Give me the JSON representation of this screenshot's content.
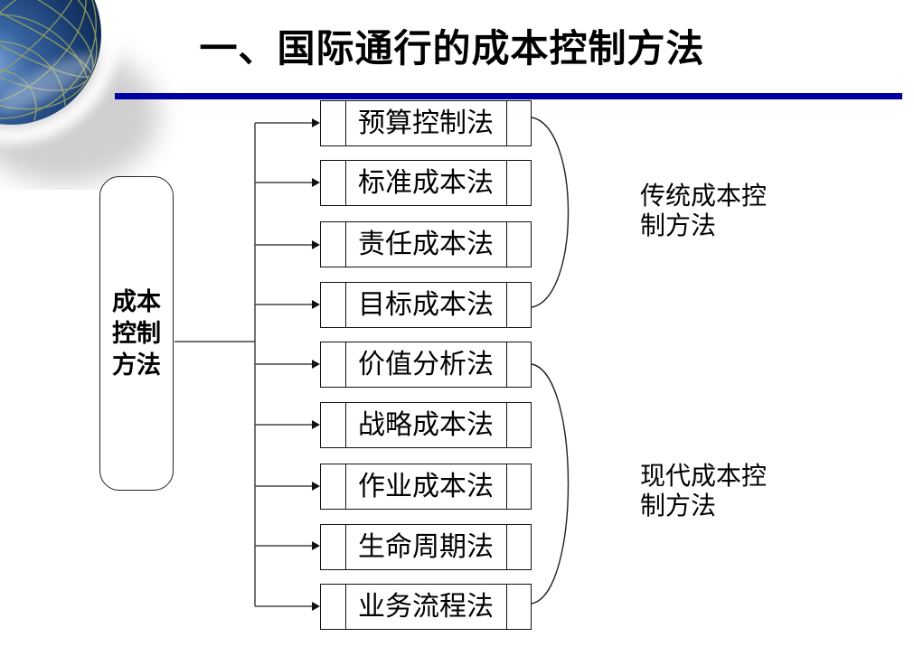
{
  "slide_title": "一、国际通行的成本控制方法",
  "root_node": {
    "label": "成本控制方法"
  },
  "methods": [
    {
      "label": "预算控制法"
    },
    {
      "label": "标准成本法"
    },
    {
      "label": "责任成本法"
    },
    {
      "label": "目标成本法"
    },
    {
      "label": "价值分析法"
    },
    {
      "label": "战略成本法"
    },
    {
      "label": "作业成本法"
    },
    {
      "label": "生命周期法"
    },
    {
      "label": "业务流程法"
    }
  ],
  "groups": [
    {
      "label": "传统成本控制方法"
    },
    {
      "label": "现代成本控制方法"
    }
  ],
  "decor": {
    "globe_icon": "globe-wireframe-sphere",
    "rule_color": "#0000A0",
    "line_color": "#444444",
    "box_border_color": "#111111"
  }
}
